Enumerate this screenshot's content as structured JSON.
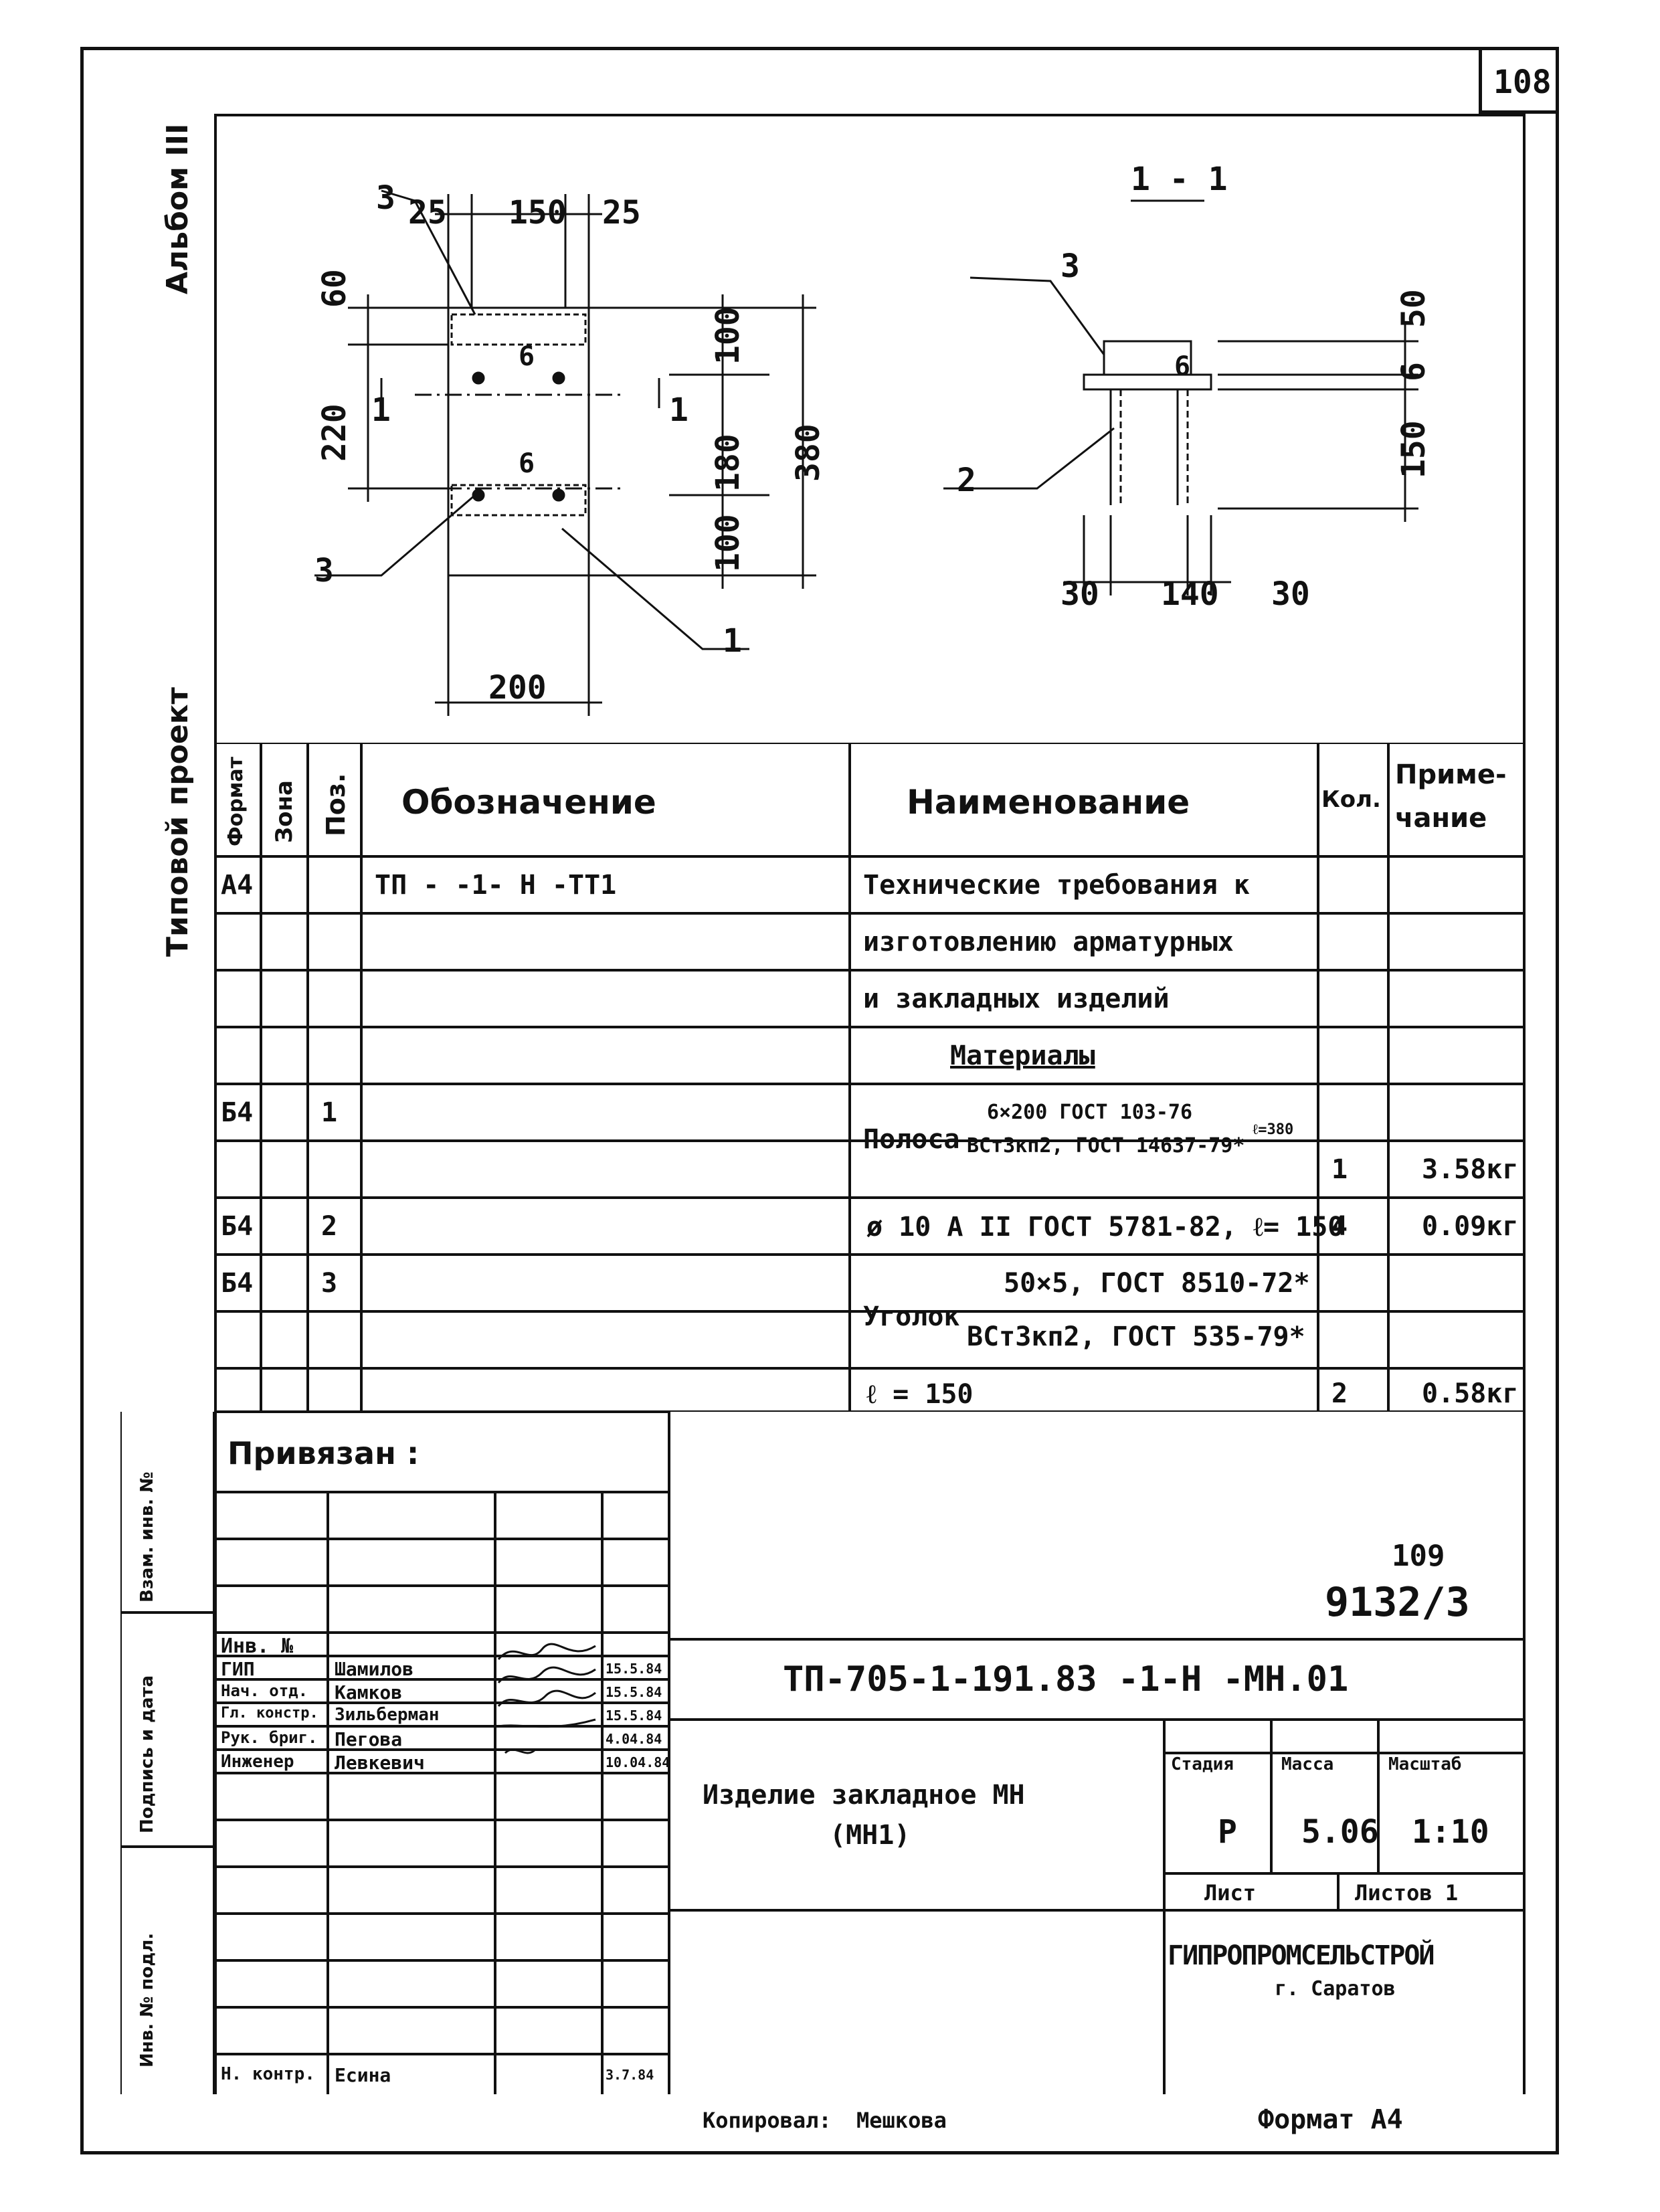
{
  "page_number": "108",
  "side_labels": {
    "album": "Альбом III",
    "project_type": "Типовой проект",
    "inv_vzam": "Взам. инв. №",
    "podpis_data": "Подпись и дата",
    "inv_podl": "Инв. № подл."
  },
  "drawing": {
    "plan": {
      "leaders": [
        "3",
        "3",
        "1"
      ],
      "top_dims": [
        "25",
        "150",
        "25"
      ],
      "left_dims": [
        "60",
        "220"
      ],
      "right_dims": [
        "100",
        "180",
        "100",
        "380"
      ],
      "bottom_dim": "200",
      "cut_mark": "1",
      "inner_labels": [
        "6",
        "6"
      ]
    },
    "section": {
      "title": "1 - 1",
      "leaders": [
        "3",
        "2"
      ],
      "inner_label": "6",
      "right_dims": [
        "50",
        "6",
        "150"
      ],
      "bottom_dims": [
        "30",
        "140",
        "30"
      ]
    }
  },
  "spec": {
    "headers": {
      "format": "Формат",
      "zone": "Зона",
      "pos": "Поз.",
      "designation": "Обозначение",
      "name": "Наименование",
      "qty": "Кол.",
      "note_line1": "Приме-",
      "note_line2": "чание"
    },
    "rows": [
      {
        "format": "А4",
        "pos": "",
        "designation": "ТП -                   -1- Н -ТТ1",
        "name": "Технические требования к",
        "qty": "",
        "note": ""
      },
      {
        "format": "",
        "pos": "",
        "designation": "",
        "name": "изготовлению арматурных",
        "qty": "",
        "note": ""
      },
      {
        "format": "",
        "pos": "",
        "designation": "",
        "name": "и закладных изделий",
        "qty": "",
        "note": ""
      },
      {
        "format": "",
        "pos": "",
        "designation": "",
        "name": "Материалы",
        "qty": "",
        "note": ""
      },
      {
        "format": "Б4",
        "pos": "1",
        "designation": "",
        "name": "",
        "qty": "",
        "note": ""
      },
      {
        "format": "",
        "pos": "",
        "designation": "",
        "name": "",
        "qty": "1",
        "note": "3.58кг"
      },
      {
        "format": "Б4",
        "pos": "2",
        "designation": "",
        "name": "ø 10 А II  ГОСТ 5781-82, ℓ= 150",
        "qty": "4",
        "note": "0.09кг"
      },
      {
        "format": "Б4",
        "pos": "3",
        "designation": "",
        "name": "",
        "qty": "",
        "note": ""
      },
      {
        "format": "",
        "pos": "",
        "designation": "",
        "name": "",
        "qty": "",
        "note": ""
      },
      {
        "format": "",
        "pos": "",
        "designation": "",
        "name": "ℓ = 150",
        "qty": "2",
        "note": "0.58кг"
      }
    ],
    "polosa": {
      "label": "Полоса",
      "top": "6×200 ГОСТ 103-76",
      "bottom": "ВСт3кп2, ГОСТ 14637-79*",
      "length": "ℓ=380"
    },
    "ugolok": {
      "label": "Уголок",
      "top": "50×5, ГОСТ 8510-72*",
      "bottom": "ВСт3кп2, ГОСТ 535-79*"
    }
  },
  "title_block": {
    "privyazan": "Привязан :",
    "inv_no": "Инв. №",
    "number_top": "109",
    "number_bottom": "9132/3",
    "doc_code": "ТП-705-1-191.83 -1-Н -МН.01",
    "staff": [
      {
        "role": "ГИП",
        "name": "Шамилов",
        "date": "15.5.84"
      },
      {
        "role": "Нач. отд.",
        "name": "Камков",
        "date": "15.5.84"
      },
      {
        "role": "Гл. констр.",
        "name": "Зильберман",
        "date": "15.5.84"
      },
      {
        "role": "Рук. бриг.",
        "name": "Пегова",
        "date": "4.04.84"
      },
      {
        "role": "Инженер",
        "name": "Левкевич",
        "date": "10.04.84"
      }
    ],
    "norm": {
      "role": "Н. контр.",
      "name": "Есина",
      "date": "3.7.84"
    },
    "item_name_line1": "Изделие закладное  МН",
    "item_name_line2": "(МН1)",
    "stage_label": "Стадия",
    "mass_label": "Масса",
    "scale_label": "Масштаб",
    "stage": "Р",
    "mass": "5.06",
    "scale": "1:10",
    "sheet_label": "Лист",
    "sheets_label": "Листов  1",
    "org": "ГИПРОПРОМСЕЛЬСТРОЙ",
    "city": "г. Саратов"
  },
  "footer": {
    "copied_label": "Копировал:",
    "copied_name": "Мешкова",
    "format": "Формат А4"
  }
}
